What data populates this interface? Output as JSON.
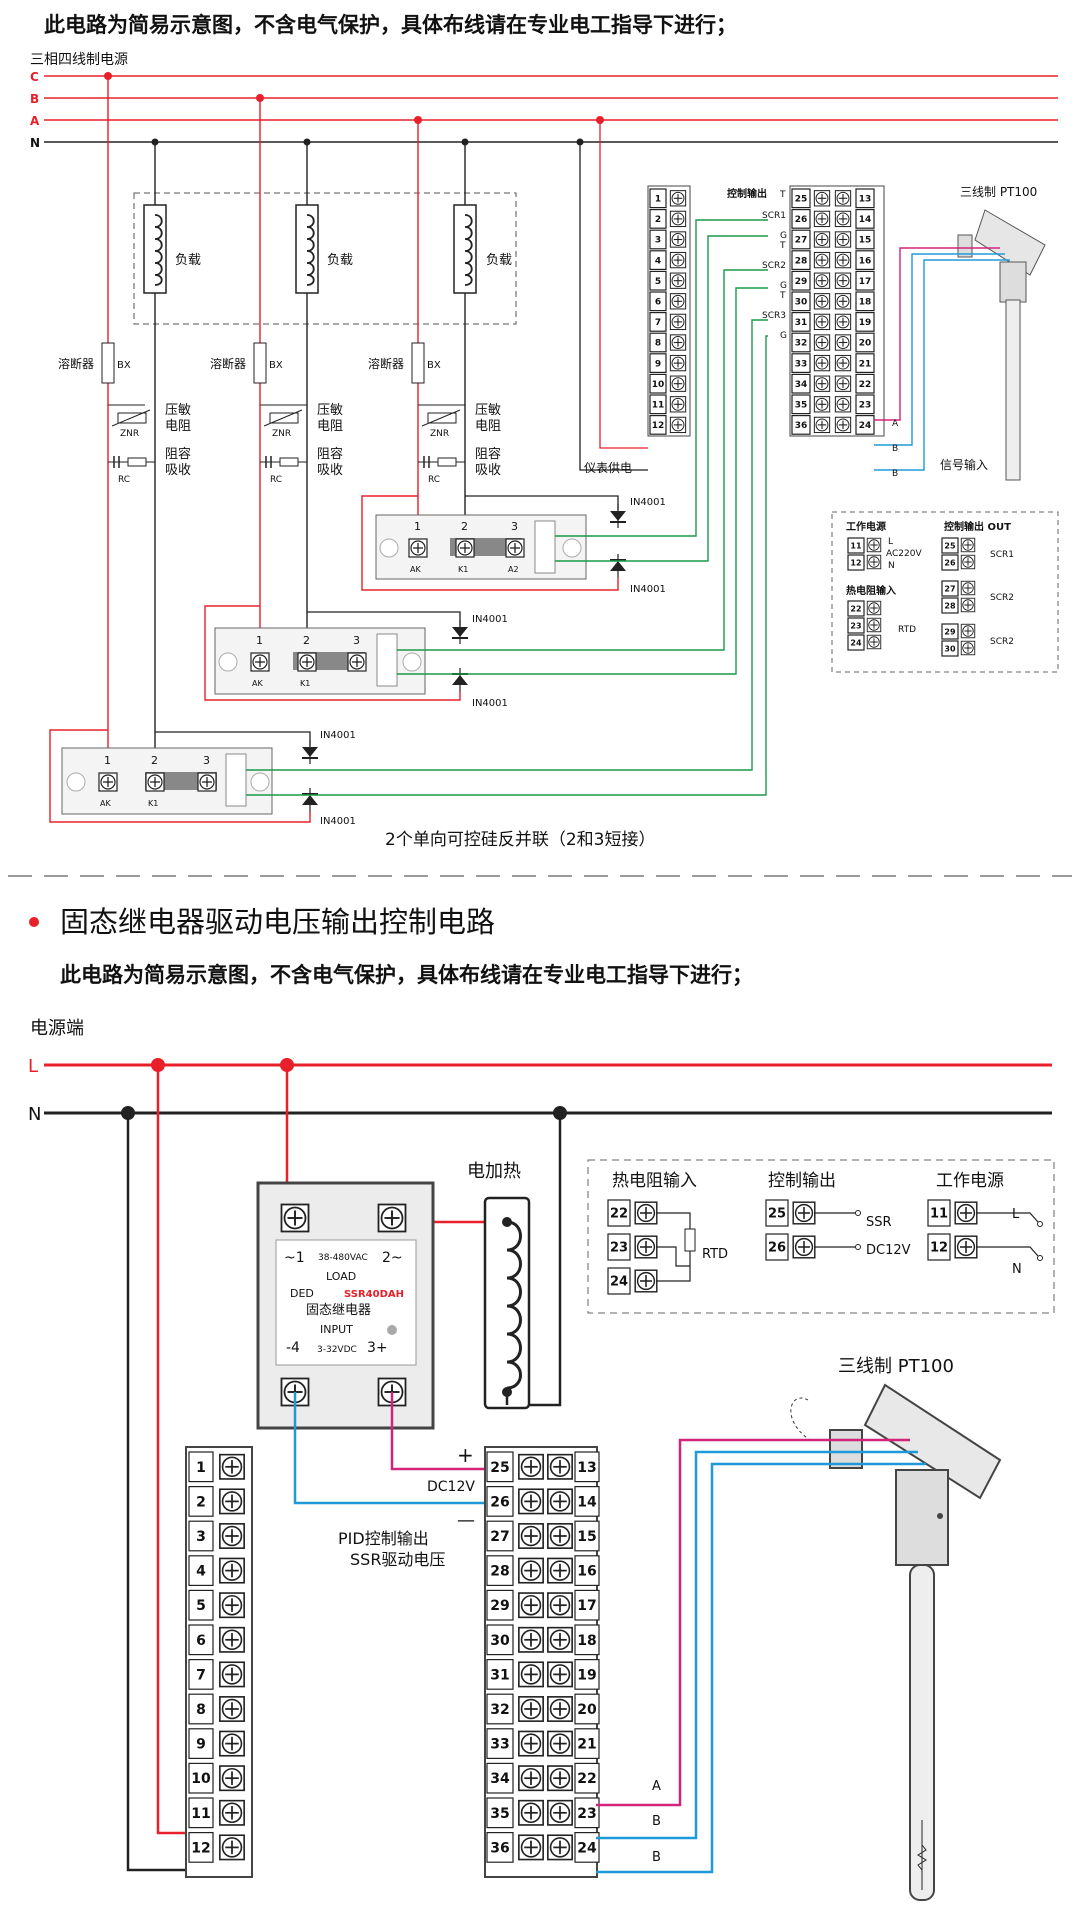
{
  "top": {
    "warning": "此电路为简易示意图，不含电气保护，具体布线请在专业电工指导下进行；",
    "supply_title": "三相四线制电源",
    "phases": [
      "C",
      "B",
      "A",
      "N"
    ],
    "load": "负载",
    "fuse": "溶断器",
    "fuse_code": "BX",
    "varistor": [
      "压敏",
      "电阻"
    ],
    "varistor_code": "ZNR",
    "snubber": [
      "阻容",
      "吸收"
    ],
    "snubber_code": "RC",
    "diode": "IN4001",
    "module_nums": [
      "1",
      "2",
      "3"
    ],
    "module_labels": [
      "AK",
      "K1",
      "A2"
    ],
    "module_labels_short": [
      "AK",
      "K1"
    ],
    "ctrl_out": "控制输出",
    "scr": [
      "SCR1",
      "SCR2",
      "SCR3"
    ],
    "tg": [
      "T",
      "G"
    ],
    "meter_supply": "仪表供电",
    "rtd_title": "三线制 PT100",
    "signal_in": "信号输入",
    "abb": [
      "A",
      "B",
      "B"
    ],
    "left_terms": [
      "1",
      "2",
      "3",
      "4",
      "5",
      "6",
      "7",
      "8",
      "9",
      "10",
      "11",
      "12"
    ],
    "right_a": [
      "25",
      "26",
      "27",
      "28",
      "29",
      "30",
      "31",
      "32",
      "33",
      "34",
      "35",
      "36"
    ],
    "right_b": [
      "13",
      "14",
      "15",
      "16",
      "17",
      "18",
      "19",
      "20",
      "21",
      "22",
      "23",
      "24"
    ],
    "footnote": "2个单向可控硅反并联（2和3短接）",
    "legend": {
      "power": "工作电源",
      "ac": "AC220V",
      "L": "L",
      "N": "N",
      "out": "控制输出 OUT",
      "rtd_in": "热电阻输入",
      "rtd": "RTD",
      "scr": [
        "SCR1",
        "SCR2",
        "SCR2"
      ]
    }
  },
  "bottom": {
    "title": "固态继电器驱动电压输出控制电路",
    "warning": "此电路为简易示意图，不含电气保护，具体布线请在专业电工指导下进行；",
    "supply": "电源端",
    "L": "L",
    "N": "N",
    "heater": "电加热",
    "ssr": {
      "t1": "~1",
      "range": "38-480VAC",
      "t2": "2~",
      "load": "LOAD",
      "brand": "DED",
      "model": "SSR40DAH",
      "name": "固态继电器",
      "input": "INPUT",
      "t4": "-4",
      "vdc": "3-32VDC",
      "t3": "3+"
    },
    "legend": {
      "rtd_in": "热电阻输入",
      "rtd": "RTD",
      "ctrl": "控制输出",
      "ssr": "SSR",
      "dc": "DC12V",
      "power": "工作电源",
      "L": "L",
      "N": "N"
    },
    "plus": "+",
    "minus": "—",
    "dc12": "DC12V",
    "pid": [
      "PID控制输出",
      "SSR驱动电压"
    ],
    "rtd_title": "三线制 PT100",
    "abb": [
      "A",
      "B",
      "B"
    ]
  },
  "colors": {
    "red": "#e8202a",
    "blue": "#1f9ad8",
    "green": "#1a9a4a",
    "magenta": "#d4237a",
    "black": "#222222"
  }
}
